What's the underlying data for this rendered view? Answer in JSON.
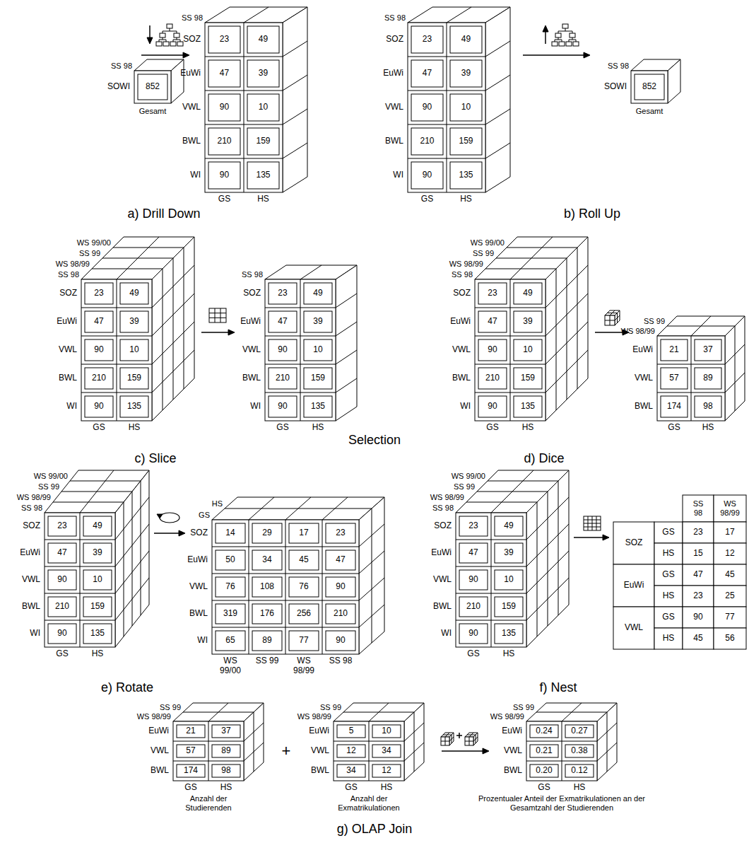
{
  "diagram": {
    "labels": [
      "SS 98",
      "SOWI",
      "852",
      "Gesamt",
      "SS 98",
      "SOZ",
      "23",
      "49",
      "EuWi",
      "47",
      "39",
      "VWL",
      "90",
      "10",
      "BWL",
      "210",
      "159",
      "WI",
      "90",
      "135",
      "GS",
      "HS",
      "a) Drill Down",
      "SS 98",
      "SOZ",
      "23",
      "49",
      "EuWi",
      "47",
      "39",
      "VWL",
      "90",
      "10",
      "BWL",
      "210",
      "159",
      "WI",
      "90",
      "135",
      "GS",
      "HS",
      "SS 98",
      "SOWI",
      "852",
      "Gesamt",
      "b) Roll Up",
      "WS 99/00",
      "SS 99",
      "WS 98/99",
      "SS 98",
      "SOZ",
      "23",
      "49",
      "EuWi",
      "47",
      "39",
      "VWL",
      "90",
      "10",
      "BWL",
      "210",
      "159",
      "WI",
      "90",
      "135",
      "GS",
      "HS",
      "SS 98",
      "SOZ",
      "23",
      "49",
      "EuWi",
      "47",
      "39",
      "VWL",
      "90",
      "10",
      "BWL",
      "210",
      "159",
      "WI",
      "90",
      "135",
      "GS",
      "HS",
      "Selection",
      "c) Slice",
      "WS 99/00",
      "SS 99",
      "WS 98/99",
      "SS 98",
      "SOZ",
      "23",
      "49",
      "EuWi",
      "47",
      "39",
      "VWL",
      "90",
      "10",
      "BWL",
      "210",
      "159",
      "WI",
      "90",
      "135",
      "GS",
      "HS",
      "SS 99",
      "WS 98/99",
      "EuWi",
      "21",
      "37",
      "VWL",
      "57",
      "89",
      "BWL",
      "174",
      "98",
      "GS",
      "HS",
      "d) Dice",
      "WS 99/00",
      "SS 99",
      "WS 98/99",
      "SS 98",
      "SOZ",
      "23",
      "49",
      "EuWi",
      "47",
      "39",
      "VWL",
      "90",
      "10",
      "BWL",
      "210",
      "159",
      "WI",
      "90",
      "135",
      "GS",
      "HS",
      "HS",
      "GS",
      "SOZ",
      "14",
      "29",
      "17",
      "23",
      "EuWi",
      "50",
      "34",
      "45",
      "47",
      "VWL",
      "76",
      "108",
      "76",
      "90",
      "BWL",
      "319",
      "176",
      "256",
      "210",
      "WI",
      "65",
      "89",
      "77",
      "90",
      "WS 99/00",
      "SS 99",
      "WS 98/99",
      "SS 98",
      "e) Rotate",
      "WS 99/00",
      "SS 99",
      "WS 98/99",
      "SS 98",
      "SOZ",
      "23",
      "49",
      "EuWi",
      "47",
      "39",
      "VWL",
      "90",
      "10",
      "BWL",
      "210",
      "159",
      "WI",
      "90",
      "135",
      "GS",
      "HS",
      "SS 98",
      "WS 98/99",
      "SOZ",
      "GS",
      "23",
      "17",
      "HS",
      "15",
      "12",
      "EuWi",
      "GS",
      "47",
      "45",
      "HS",
      "23",
      "25",
      "VWL",
      "GS",
      "90",
      "77",
      "HS",
      "45",
      "56",
      "f) Nest",
      "SS 99",
      "WS 98/99",
      "EuWi",
      "21",
      "37",
      "VWL",
      "57",
      "89",
      "BWL",
      "174",
      "98",
      "GS",
      "HS",
      "Anzahl der Studierenden",
      "+",
      "SS 99",
      "WS 98/99",
      "EuWi",
      "5",
      "10",
      "VWL",
      "12",
      "34",
      "BWL",
      "34",
      "12",
      "GS",
      "HS",
      "Anzahl der Exmatrikulationen",
      "SS 99",
      "WS 98/99",
      "EuWi",
      "0.24",
      "0.27",
      "VWL",
      "0.21",
      "0.38",
      "BWL",
      "0.20",
      "0.12",
      "GS",
      "HS",
      "Prozentualer Anteil der Exmatrikulationen an der Gesamtzahl der Studierenden",
      "g) OLAP Join"
    ]
  }
}
